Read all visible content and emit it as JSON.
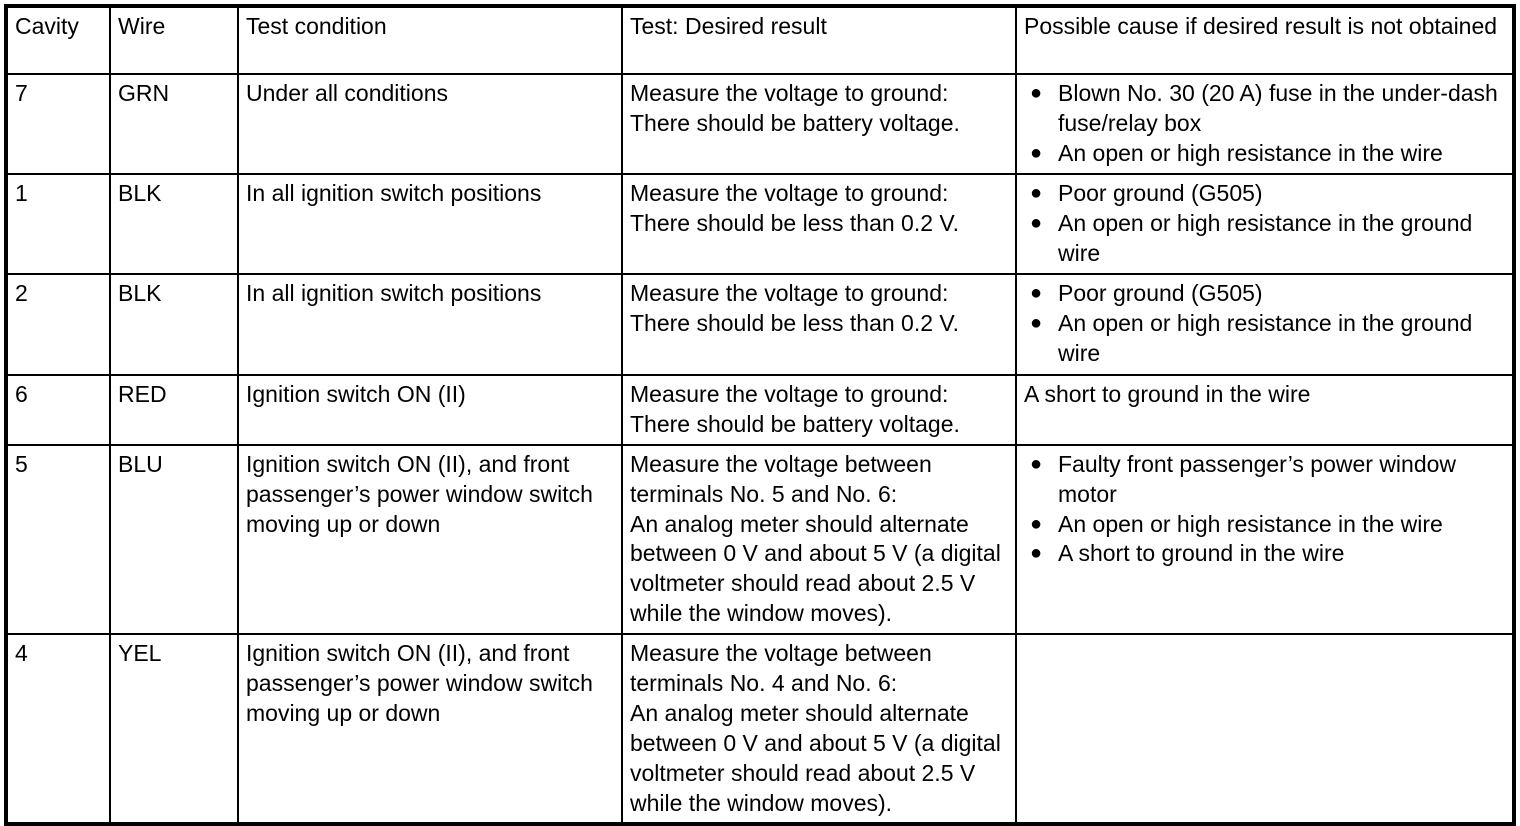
{
  "table": {
    "columns": [
      {
        "key": "cavity",
        "label": "Cavity"
      },
      {
        "key": "wire",
        "label": "Wire"
      },
      {
        "key": "condition",
        "label": "Test condition"
      },
      {
        "key": "test",
        "label": "Test: Desired result"
      },
      {
        "key": "cause",
        "label": "Possible cause if desired result is not obtained"
      }
    ],
    "bullet_glyph": "●",
    "rows": [
      {
        "cavity": "7",
        "wire": "GRN",
        "condition": "Under all conditions",
        "test": "Measure the voltage to ground:\nThere should be battery voltage.",
        "cause_style": "bullets",
        "cause_text": "",
        "causes": [
          "Blown No. 30 (20 A) fuse in the under-dash fuse/relay box",
          "An open or high resistance in the wire"
        ]
      },
      {
        "cavity": "1",
        "wire": "BLK",
        "condition": "In all ignition switch positions",
        "test": "Measure the voltage to ground:\nThere should be less than 0.2 V.",
        "cause_style": "bullets",
        "cause_text": "",
        "causes": [
          "Poor ground (G505)",
          "An open or high resistance in the ground wire"
        ]
      },
      {
        "cavity": "2",
        "wire": "BLK",
        "condition": "In all ignition switch positions",
        "test": "Measure the voltage to ground:\nThere should be less than 0.2 V.",
        "cause_style": "bullets",
        "cause_text": "",
        "causes": [
          "Poor ground (G505)",
          "An open or high resistance in the ground wire"
        ]
      },
      {
        "cavity": "6",
        "wire": "RED",
        "condition": "Ignition switch ON (II)",
        "test": "Measure the voltage to ground:\nThere should be battery voltage.",
        "cause_style": "plain",
        "cause_text": "A short to ground in the wire",
        "causes": []
      },
      {
        "cavity": "5",
        "wire": "BLU",
        "condition": "Ignition switch ON (II), and front passenger’s power window switch moving up or down",
        "test": "Measure the voltage between terminals No. 5 and No. 6:\nAn analog meter should alternate between 0 V and about 5 V (a digital voltmeter should read about 2.5 V while the window moves).",
        "cause_style": "bullets",
        "cause_text": "",
        "causes": [
          "Faulty front passenger’s power window motor",
          "An open or high resistance in the wire",
          "A short to ground in the wire"
        ]
      },
      {
        "cavity": "4",
        "wire": "YEL",
        "condition": "Ignition switch ON (II), and front passenger’s power window switch moving up or down",
        "test": "Measure the voltage between terminals No. 4 and No. 6:\nAn analog meter should alternate between 0 V and about 5 V (a digital voltmeter should read about 2.5 V while the window moves).",
        "cause_style": "empty",
        "cause_text": "",
        "causes": []
      }
    ]
  },
  "colors": {
    "border": "#000000",
    "text": "#000000",
    "background": "#ffffff"
  }
}
